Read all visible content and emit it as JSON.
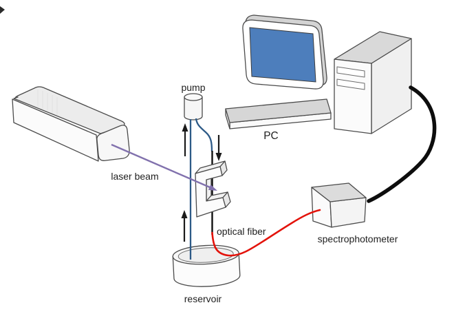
{
  "diagram": {
    "kind": "experimental-setup-schematic",
    "labels": {
      "pump": "pump",
      "pc": "PC",
      "laser_beam": "laser beam",
      "optical_fiber": "optical fiber",
      "spectrophotometer": "spectrophotometer",
      "reservoir": "reservoir"
    },
    "colors": {
      "laser_beam": "#8171ad",
      "optical_fiber": "#e3130b",
      "tubing": "#2d5a87",
      "pc_screen": "#4d7ebc",
      "cable": "#0d0d0d",
      "outline": "#4a4a4a",
      "panel_gray": "#d9d9d9"
    }
  }
}
